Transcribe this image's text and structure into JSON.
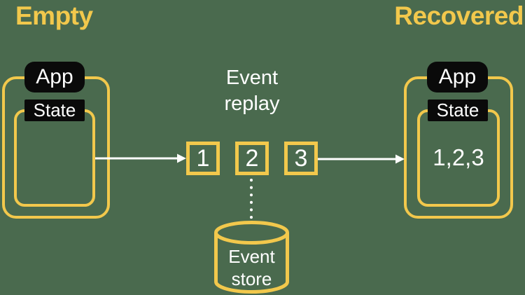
{
  "theme": {
    "bg": "#4A6A4E",
    "accent": "#F2C84C",
    "ink": "#FFFFFF",
    "label_bg": "#0A0A0A"
  },
  "headings": {
    "left": "Empty",
    "right": "Recovered"
  },
  "left_app": {
    "app": "App",
    "state": "State",
    "state_value": ""
  },
  "center": {
    "replay_label": "Event replay",
    "events": [
      "1",
      "2",
      "3"
    ],
    "store_label": "Event store"
  },
  "right_app": {
    "app": "App",
    "state": "State",
    "state_value": "1,2,3"
  }
}
